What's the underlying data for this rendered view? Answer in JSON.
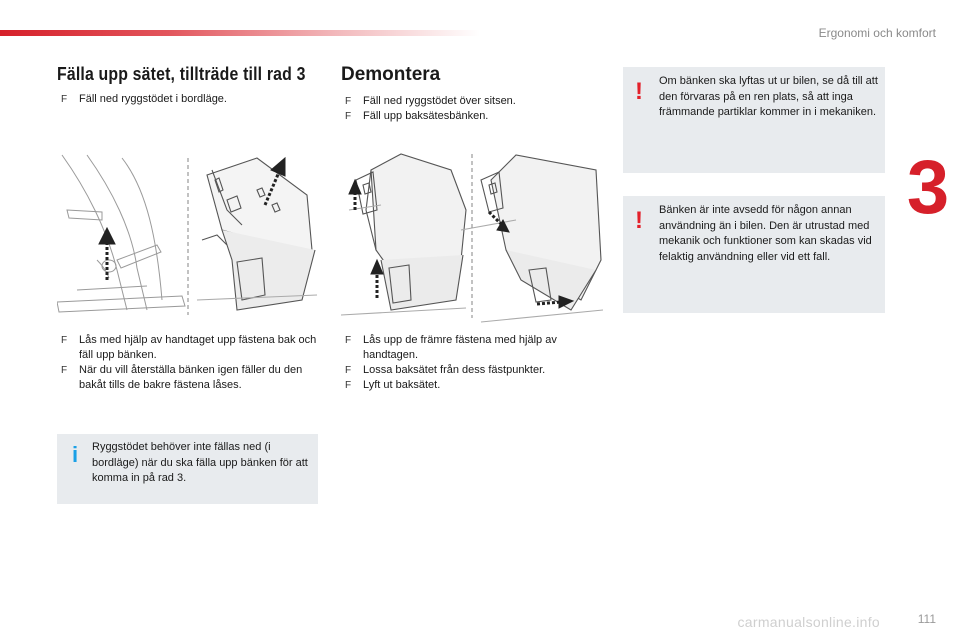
{
  "header": {
    "section_title": "Ergonomi och komfort",
    "chapter_number": "3",
    "accent_color": "#d6202a"
  },
  "column1": {
    "title": "Fälla upp sätet, tillträde till rad 3",
    "steps_before": [
      "Fäll ned ryggstödet i bordläge."
    ],
    "steps_after": [
      "Lås med hjälp av handtaget upp fästena bak och fäll upp bänken.",
      "När du vill återställa bänken igen fäller du den bakåt tills de bakre fästena låses."
    ],
    "info_icon": "info-icon",
    "info_text": "Ryggstödet behöver inte fällas ned (i bordläge) när du ska fälla upp bänken för att komma in på rad 3."
  },
  "column2": {
    "title": "Demontera",
    "steps_before": [
      "Fäll ned ryggstödet över sitsen.",
      "Fäll upp baksätesbänken."
    ],
    "steps_after": [
      "Lås upp de främre fästena med hjälp av handtagen.",
      "Lossa baksätet från dess fästpunkter.",
      "Lyft ut baksätet."
    ]
  },
  "column3": {
    "warnings": [
      "Om bänken ska lyftas ut ur bilen, se då till att den förvaras på en ren plats, så att inga främmande partiklar kommer in i mekaniken.",
      "Bänken är inte avsedd för någon annan användning än i bilen. Den är utrustad med mekanik och funktioner som kan skadas vid felaktig användning eller vid ett fall."
    ],
    "warning_icon": "exclamation-icon",
    "warning_color": "#e3202a"
  },
  "footer": {
    "page_number": "111",
    "watermark": "carmanualsonline.info"
  },
  "markers": {
    "bullet": "F"
  }
}
